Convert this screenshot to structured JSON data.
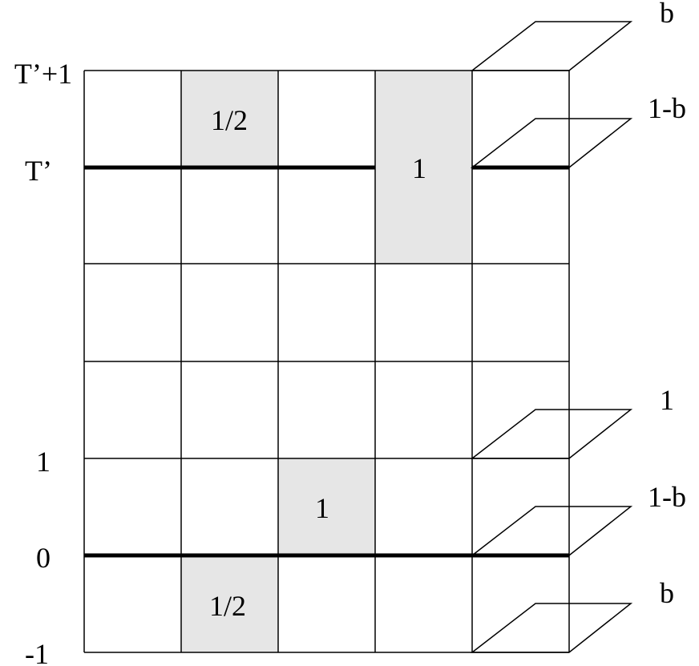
{
  "row_labels": {
    "t_prime_plus_1": "T’+1",
    "t_prime": "T’",
    "one": "1",
    "zero": "0",
    "minus_one": "-1"
  },
  "shaded_cells": {
    "top_half": "1/2",
    "top_one": "1",
    "middle_one": "1",
    "bottom_half": "1/2"
  },
  "side_labels": {
    "b_top": "b",
    "one_minus_b_top": "1-b",
    "one": "1",
    "one_minus_b_bottom": "1-b",
    "b_bottom": "b"
  },
  "colors": {
    "shade": "#e6e6e6",
    "line": "#000000"
  }
}
